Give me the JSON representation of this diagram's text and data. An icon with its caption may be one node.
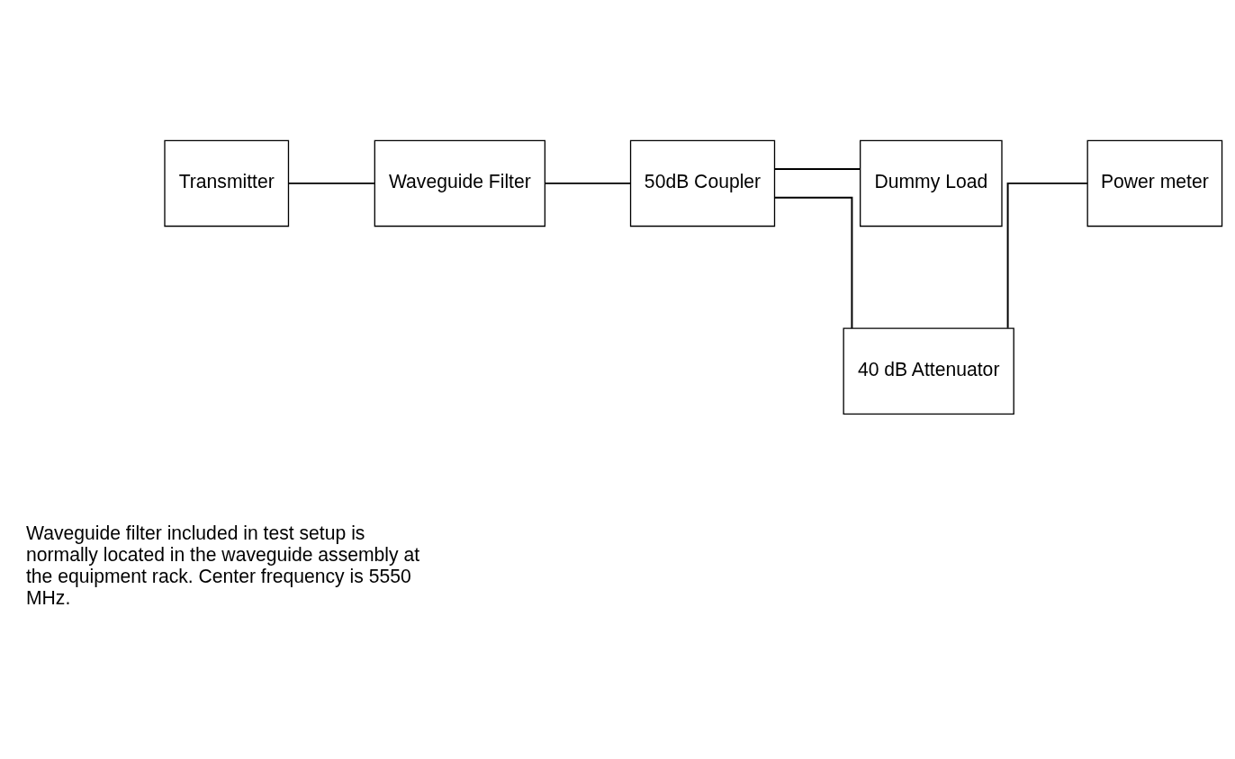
{
  "diagram": {
    "nodes": [
      {
        "text": [
          "Transmitter"
        ]
      },
      {
        "text": [
          "Waveguide Filter"
        ]
      },
      {
        "text": [
          "50dB Coupler"
        ]
      },
      {
        "text": [
          "Dummy Load"
        ]
      },
      {
        "text": [
          "40 dB Attenuator"
        ]
      },
      {
        "text": [
          "Power meter"
        ]
      }
    ],
    "edges": [
      {
        "from": 0,
        "to": 1,
        "arrow": "none"
      },
      {
        "from": 1,
        "to": 2,
        "arrow": "none"
      },
      {
        "from": 2,
        "to": 3,
        "arrow": "none"
      },
      {
        "from": 2,
        "to": 4,
        "arrow": "none"
      },
      {
        "from": 4,
        "to": 5,
        "arrow": "none"
      }
    ],
    "labels": [
      "Waveguide filter included in test setup is normally located in the waveguide assembly at the equipment rack. Center frequency is 5550 MHz."
    ]
  }
}
